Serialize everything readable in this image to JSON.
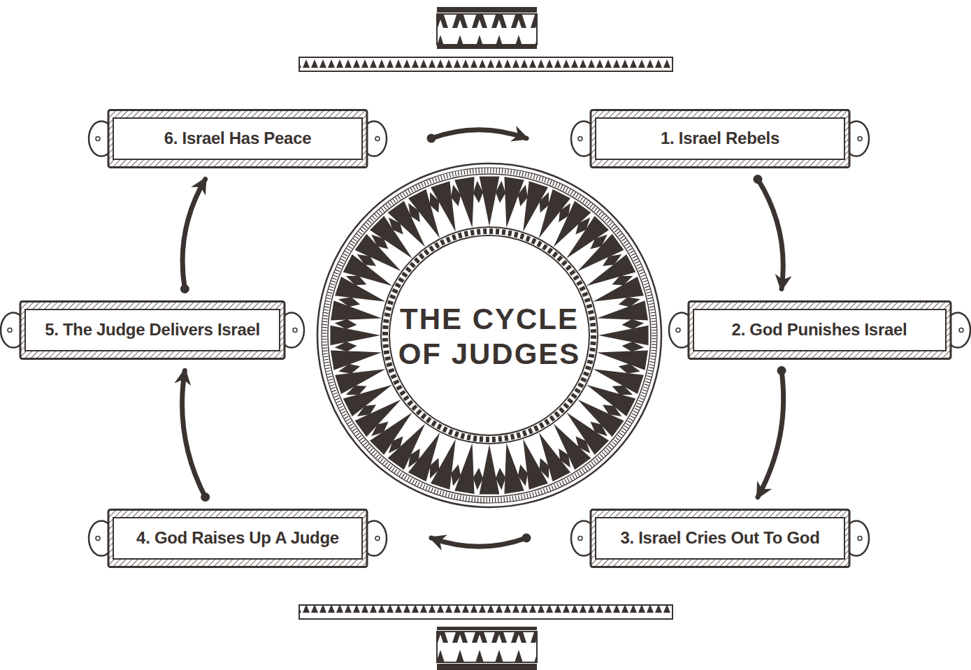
{
  "diagram": {
    "nodes": [
      {
        "text": [
          "THE CYCLE OF JUDGES"
        ]
      },
      {
        "text": [
          "1. Israel Rebels"
        ]
      },
      {
        "text": [
          "2. God Punishes Israel"
        ]
      },
      {
        "text": [
          "3. Israel Cries Out To God"
        ]
      },
      {
        "text": [
          "4. God Raises Up A Judge"
        ]
      },
      {
        "text": [
          "5. The Judge Delivers Israel"
        ]
      },
      {
        "text": [
          "6. Israel Has Peace"
        ]
      }
    ],
    "edges": [
      {
        "from": 1,
        "to": 2,
        "arrow": "to"
      },
      {
        "from": 2,
        "to": 3,
        "arrow": "to"
      },
      {
        "from": 3,
        "to": 4,
        "arrow": "to"
      },
      {
        "from": 4,
        "to": 5,
        "arrow": "to"
      },
      {
        "from": 5,
        "to": 6,
        "arrow": "to"
      },
      {
        "from": 6,
        "to": 1,
        "arrow": "to"
      }
    ]
  }
}
